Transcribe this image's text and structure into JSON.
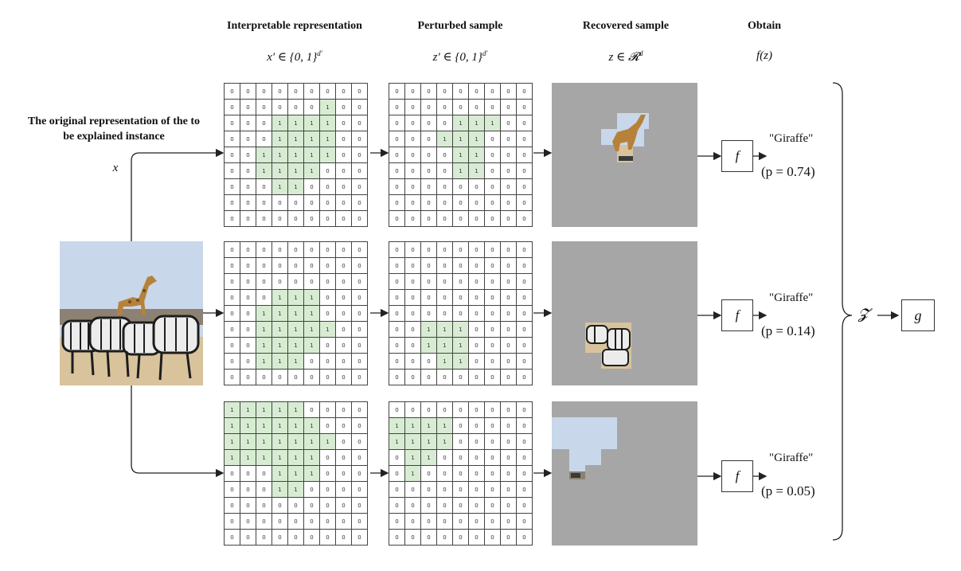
{
  "headers": {
    "interpretable": "Interpretable representation",
    "perturbed": "Perturbed sample",
    "recovered": "Recovered sample",
    "obtain": "Obtain"
  },
  "math": {
    "interpretable": "x′ ∈ {0, 1}",
    "interpretable_sup": "d′",
    "perturbed": "z′ ∈ {0, 1}",
    "perturbed_sup": "d′",
    "recovered": "z ∈ 𝓡",
    "recovered_sup": "d",
    "obtain": "f(z)"
  },
  "original_label": "The original representation of the to be explained instance",
  "x_label": "x",
  "f_label": "f",
  "g_label": "g",
  "z_set_label": "𝓩",
  "rows": [
    {
      "prediction": "\"Giraffe\"",
      "probability": "(p = 0.74)",
      "interpretable": [
        "000000000",
        "000000100",
        "000111100",
        "000111100",
        "001111100",
        "001111000",
        "000110000",
        "000000000",
        "000000000"
      ],
      "perturbed": [
        "000000000",
        "000000000",
        "000011100",
        "000111000",
        "000011000",
        "000011000",
        "000000000",
        "000000000",
        "000000000"
      ]
    },
    {
      "prediction": "\"Giraffe\"",
      "probability": "(p = 0.14)",
      "interpretable": [
        "000000000",
        "000000000",
        "000000000",
        "000111000",
        "001111000",
        "001111100",
        "001111000",
        "001110000",
        "000000000"
      ],
      "perturbed": [
        "000000000",
        "000000000",
        "000000000",
        "000000000",
        "000000000",
        "001110000",
        "001110000",
        "000110000",
        "000000000"
      ]
    },
    {
      "prediction": "\"Giraffe\"",
      "probability": "(p = 0.05)",
      "interpretable": [
        "111110000",
        "111111000",
        "111111100",
        "111111000",
        "000111000",
        "000110000",
        "000000000",
        "000000000",
        "000000000"
      ],
      "perturbed": [
        "000000000",
        "111100000",
        "111100000",
        "011000000",
        "010000000",
        "000000000",
        "000000000",
        "000000000",
        "000000000"
      ]
    }
  ],
  "colors": {
    "sky": "#c9d7ea",
    "mask_gray": "#a6a6a6",
    "active_cell": "#d7ecd2",
    "giraffe": "#b6823a",
    "ground": "#d8c39c"
  }
}
